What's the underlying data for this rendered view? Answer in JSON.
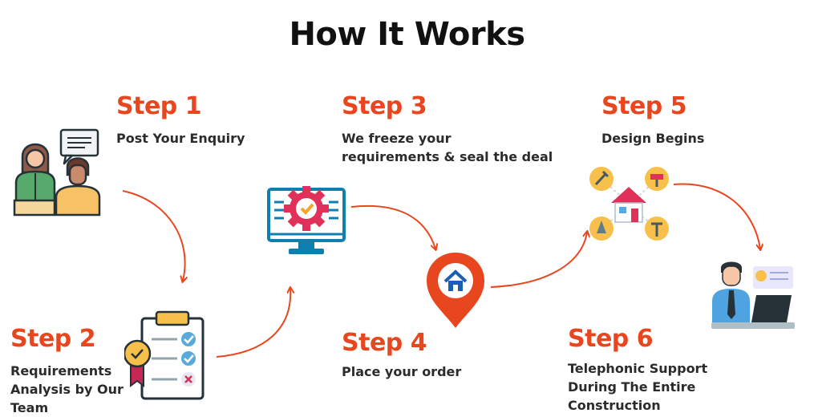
{
  "title": "How It Works",
  "steps": [
    {
      "title": "Step 1",
      "desc": "Post Your Enquiry"
    },
    {
      "title": "Step 2",
      "desc": "Requirements\nAnalysis by Our\nTeam"
    },
    {
      "title": "Step 3",
      "desc": "We freeze your\nrequirements & seal the deal"
    },
    {
      "title": "Step 4",
      "desc": "Place your order"
    },
    {
      "title": "Step 5",
      "desc": "Design Begins"
    },
    {
      "title": "Step 6",
      "desc": "Telephonic Support\nDuring The Entire\nConstruction"
    }
  ],
  "icons": [
    "enquiry-people-icon",
    "checklist-icon",
    "monitor-gear-icon",
    "location-pin-home-icon",
    "construction-tools-house-icon",
    "support-agent-icon"
  ],
  "colors": {
    "accent": "#e8461e",
    "text": "#111111"
  }
}
